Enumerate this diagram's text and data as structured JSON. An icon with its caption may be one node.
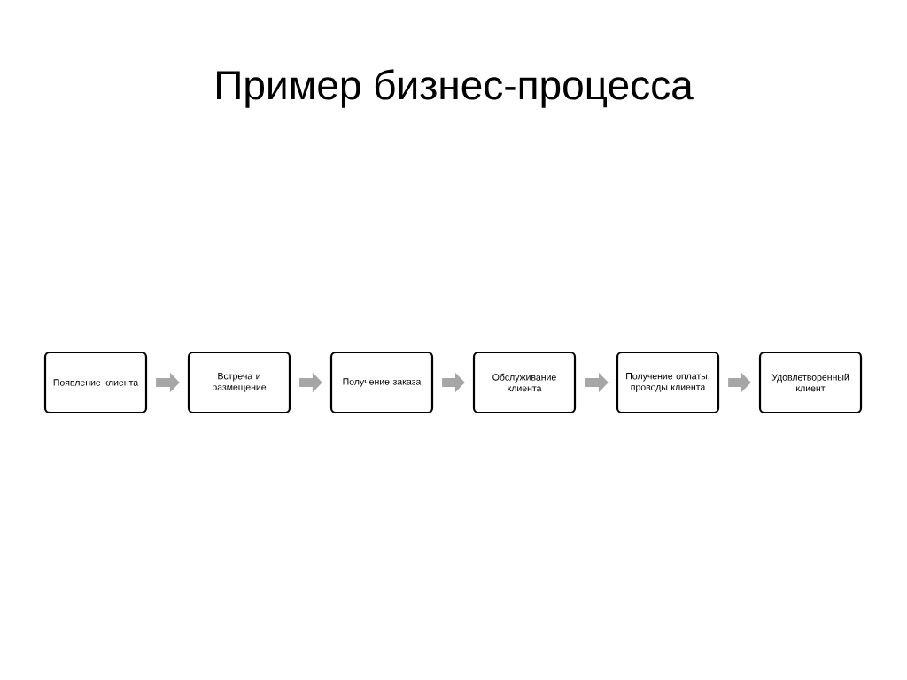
{
  "diagram": {
    "title": "Пример бизнес-процесса",
    "nodes": [
      {
        "text": [
          "Появление клиента"
        ]
      },
      {
        "text": [
          "Встреча и размещение"
        ]
      },
      {
        "text": [
          "Получение заказа"
        ]
      },
      {
        "text": [
          "Обслуживание клиента"
        ]
      },
      {
        "text": [
          "Получение оплаты, проводы клиента"
        ]
      },
      {
        "text": [
          "Удовлетворенный клиент"
        ]
      }
    ],
    "edges": [
      {
        "from": 0,
        "to": 1,
        "arrow": "to"
      },
      {
        "from": 1,
        "to": 2,
        "arrow": "to"
      },
      {
        "from": 2,
        "to": 3,
        "arrow": "to"
      },
      {
        "from": 3,
        "to": 4,
        "arrow": "to"
      },
      {
        "from": 4,
        "to": 5,
        "arrow": "to"
      }
    ]
  }
}
